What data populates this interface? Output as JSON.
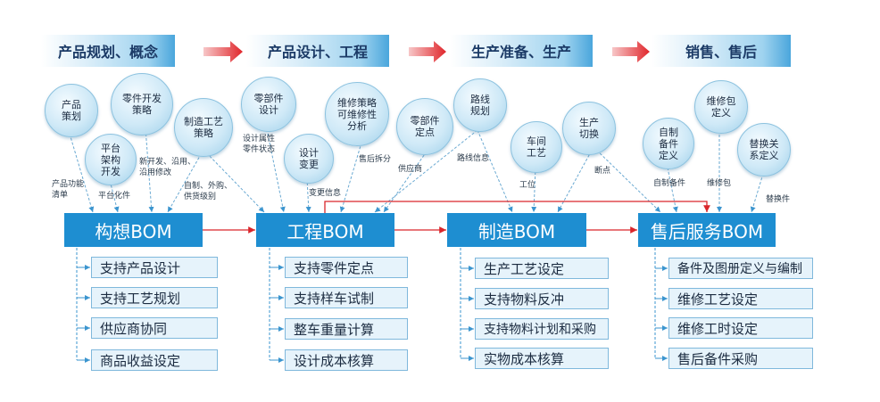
{
  "phases": [
    "产品规划、概念",
    "产品设计、工程",
    "生产准备、生产",
    "销售、售后"
  ],
  "boms": [
    "构想BOM",
    "工程BOM",
    "制造BOM",
    "售后服务BOM"
  ],
  "bubbles": [
    "产品\n策划",
    "零件开发\n策略",
    "平台\n架构\n开发",
    "制造工艺\n策略",
    "零部件\n设计",
    "设计\n变更",
    "维修策略\n可维修性\n分析",
    "零部件\n定点",
    "路线\n规划",
    "车间\n工艺",
    "生产\n切换",
    "自制\n备件\n定义",
    "维修包\n定义",
    "替换关\n系定义"
  ],
  "notes": [
    "产品功能\n清单",
    "平台化件",
    "新开发、沿用、\n沿用修改",
    "自制、外购、\n供货级别",
    "设计属性\n零件状态",
    "变更信息",
    "售后拆分",
    "供应商",
    "路线信息",
    "工位",
    "断点",
    "自制备件",
    "维修包",
    "替换件"
  ],
  "items": [
    [
      "支持产品设计",
      "支持工艺规划",
      "供应商协同",
      "商品收益设定"
    ],
    [
      "支持零件定点",
      "支持样车试制",
      "整车重量计算",
      "设计成本核算"
    ],
    [
      "生产工艺设定",
      "支持物料反冲",
      "支持物料计划和采购",
      "实物成本核算"
    ],
    [
      "备件及图册定义与编制",
      "维修工艺设定",
      "维修工时设定",
      "售后备件采购"
    ]
  ],
  "colors": {
    "bom": "#1e8ed1",
    "flow_arrow": "#d9262b",
    "item_bg": "#e6f3fb"
  }
}
